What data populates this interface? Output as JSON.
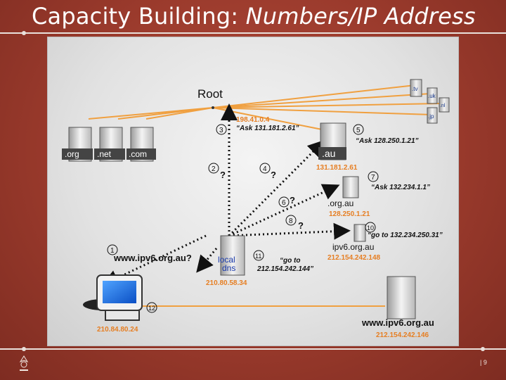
{
  "slide": {
    "title_plain": "Capacity Building: ",
    "title_italic": "Numbers/IP Address",
    "page_number": "| 9",
    "background_color": "#9a3a2c",
    "accent_line_color": "#e9e1dc"
  },
  "diagram": {
    "root_label": "Root",
    "root_ip": "198.41.0.4",
    "tld_org": ".org",
    "tld_net": ".net",
    "tld_com": ".com",
    "tld_tv": ".tv",
    "tld_uk": ".uk",
    "tld_nl": ".nl",
    "tld_jp": ".jp",
    "au_server_label": ".au",
    "au_server_ip": "131.181.2.61",
    "orgau_label": ".org.au",
    "orgau_ip": "128.250.1.21",
    "ipv6_label": "ipv6.org.au",
    "ipv6_ip": "212.154.242.148",
    "local_dns_line1": "local",
    "local_dns_line2": "dns",
    "local_dns_ip": "210.80.58.34",
    "client_ip": "210.84.80.24",
    "web_server_name": "www.ipv6.org.au",
    "web_server_ip": "212.154.242.146",
    "query_text": "www.ipv6.org.au?",
    "step1": "1",
    "step2": "2",
    "step3": "3",
    "step4": "4",
    "step5": "5",
    "step6": "6",
    "step7": "7",
    "step8": "8",
    "step10": "10",
    "step11": "11",
    "step12": "12",
    "question_mark": "?",
    "msg3": "“Ask 131.181.2.61”",
    "msg5": "“Ask 128.250.1.21”",
    "msg7": "“Ask 132.234.1.1”",
    "msg10": "“go to 132.234.250.31”",
    "msg11_line1": "“go to",
    "msg11_line2": "212.154.242.144”",
    "ip_color": "#e67e22",
    "link_color": "#f0a040"
  }
}
